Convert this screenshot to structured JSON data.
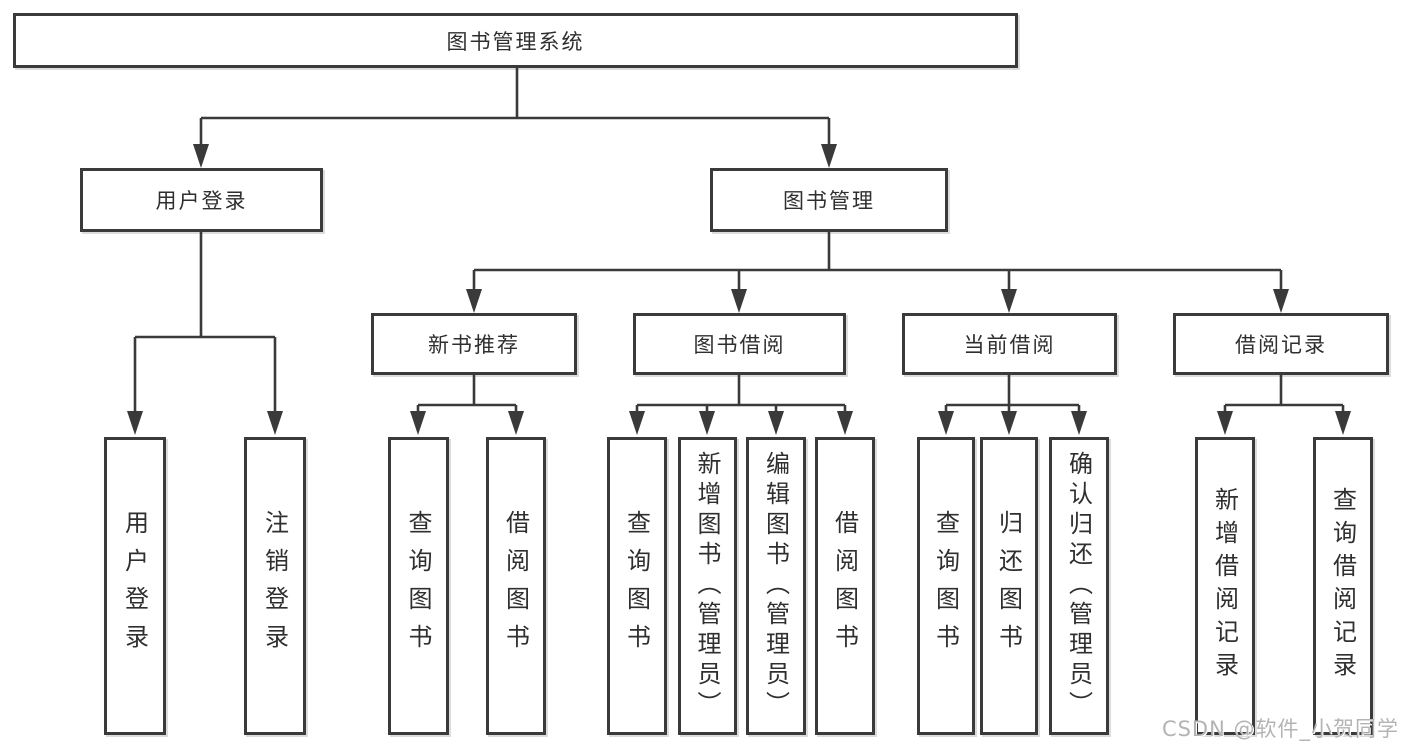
{
  "watermark": "CSDN @软件_小贺同学",
  "colors": {
    "line": "#3a3a3a",
    "box_border": "#3a3a3a",
    "text": "#2f2f2f",
    "watermark": "#b4b4b4",
    "background": "#ffffff"
  },
  "tree": {
    "label": "图书管理系统",
    "children": [
      {
        "label": "用户登录",
        "children": [
          {
            "label": "用户登录"
          },
          {
            "label": "注销登录"
          }
        ]
      },
      {
        "label": "图书管理",
        "children": [
          {
            "label": "新书推荐",
            "children": [
              {
                "label": "查询图书"
              },
              {
                "label": "借阅图书"
              }
            ]
          },
          {
            "label": "图书借阅",
            "children": [
              {
                "label": "查询图书"
              },
              {
                "label": "新增图书（管理员）"
              },
              {
                "label": "编辑图书（管理员）"
              },
              {
                "label": "借阅图书"
              }
            ]
          },
          {
            "label": "当前借阅",
            "children": [
              {
                "label": "查询图书"
              },
              {
                "label": "归还图书"
              },
              {
                "label": "确认归还（管理员）"
              }
            ]
          },
          {
            "label": "借阅记录",
            "children": [
              {
                "label": "新增借阅记录"
              },
              {
                "label": "查询借阅记录"
              }
            ]
          }
        ]
      }
    ]
  }
}
